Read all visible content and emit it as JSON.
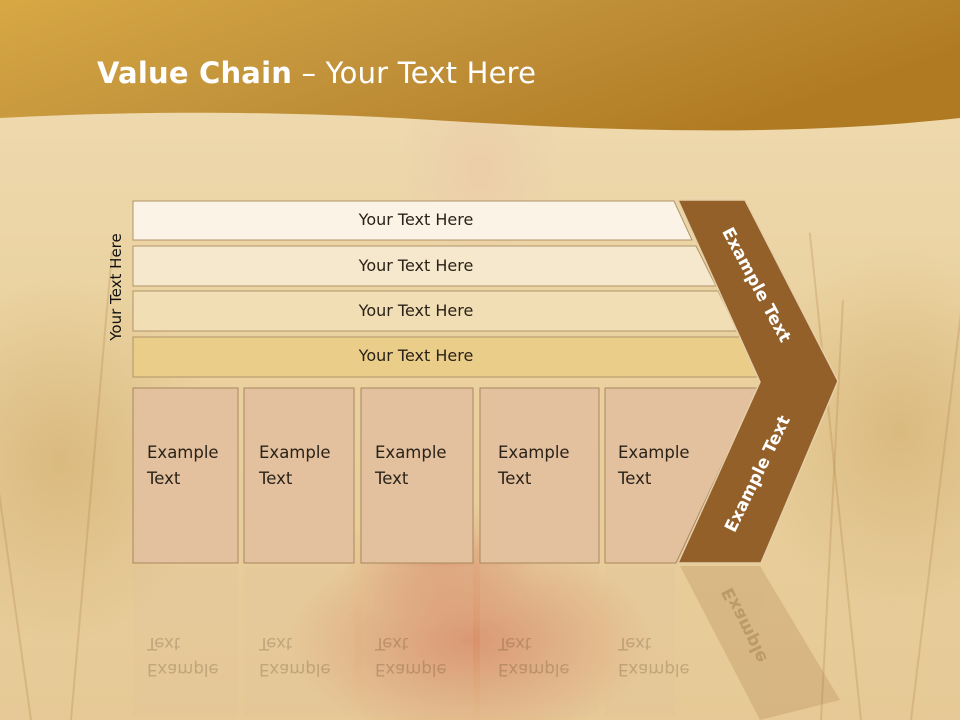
{
  "slide": {
    "title_bold": "Value Chain",
    "title_rest": " – Your Text Here",
    "side_label": "Your Text Here",
    "rows": [
      {
        "label": "Your Text Here",
        "color": "#faf3e6"
      },
      {
        "label": "Your Text Here",
        "color": "#f5e8cc"
      },
      {
        "label": "Your Text Here",
        "color": "#f1deb4"
      },
      {
        "label": "Your Text Here",
        "color": "#ebcd8a"
      }
    ],
    "columns": [
      {
        "line1": "Example",
        "line2": "Text"
      },
      {
        "line1": "Example",
        "line2": "Text"
      },
      {
        "line1": "Example",
        "line2": "Text"
      },
      {
        "line1": "Example",
        "line2": "Text"
      },
      {
        "line1": "Example",
        "line2": "Text"
      }
    ],
    "chevron_top": "Example Text",
    "chevron_bottom": "Example Text",
    "reflection_text": "Example",
    "colors": {
      "banner_light": "#c99532",
      "banner_dark": "#a87420",
      "column_fill": "#e3c19f",
      "chevron": "#93602a",
      "outline": "#b09468"
    }
  }
}
